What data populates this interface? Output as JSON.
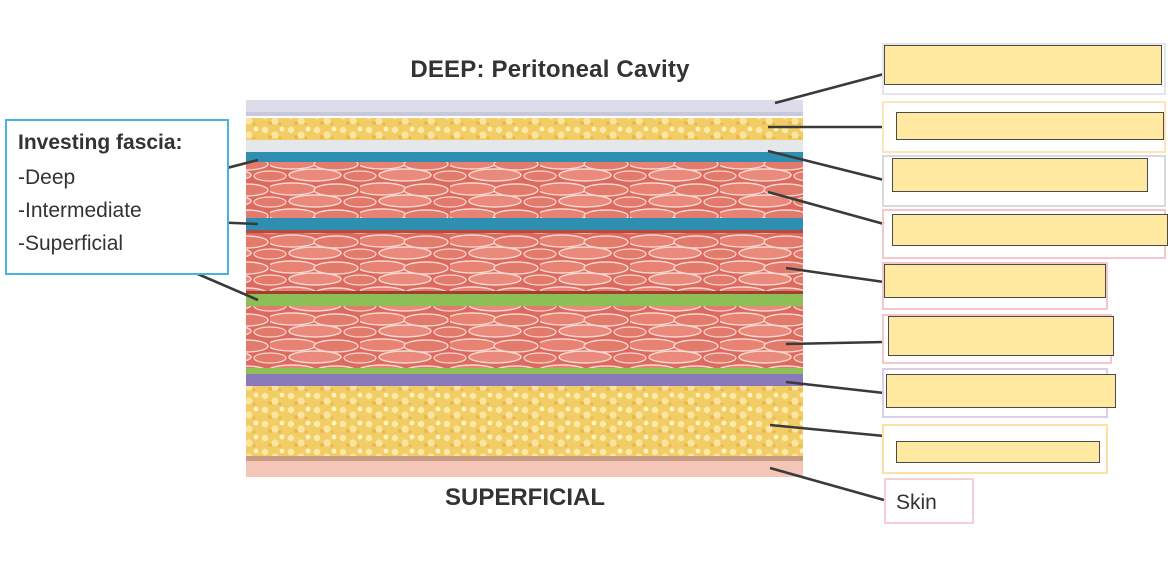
{
  "titles": {
    "deep": "DEEP: Peritoneal Cavity",
    "superficial": "SUPERFICIAL"
  },
  "legend": {
    "title": "Investing fascia:",
    "items": [
      "-Deep",
      "-Intermediate",
      "-Superficial"
    ]
  },
  "label_boxes": [
    {
      "text": "",
      "border_color": "#e4e4ee"
    },
    {
      "text": "",
      "border_color": "#fce6b8"
    },
    {
      "text": "",
      "border_color": "#d9d9d9"
    },
    {
      "text": "",
      "border_color": "#f4c7cc"
    },
    {
      "text": "",
      "border_color": "#f4c7cc"
    },
    {
      "text": "",
      "border_color": "#f4c7cc"
    },
    {
      "text": "",
      "border_color": "#d8d0e6"
    },
    {
      "text": "",
      "border_color": "#fce0a8"
    },
    {
      "text": "Skin",
      "border_color": "#f4cfd5"
    }
  ],
  "colors": {
    "fat": "#f3d06c",
    "muscle": "#df6f63",
    "fascia_blue": "#2e8fb3",
    "fascia_green": "#8cbf55",
    "fascia_purple": "#8a78b8",
    "skin": "#f3c6b8",
    "answer_fill": "#ffe8a0"
  }
}
